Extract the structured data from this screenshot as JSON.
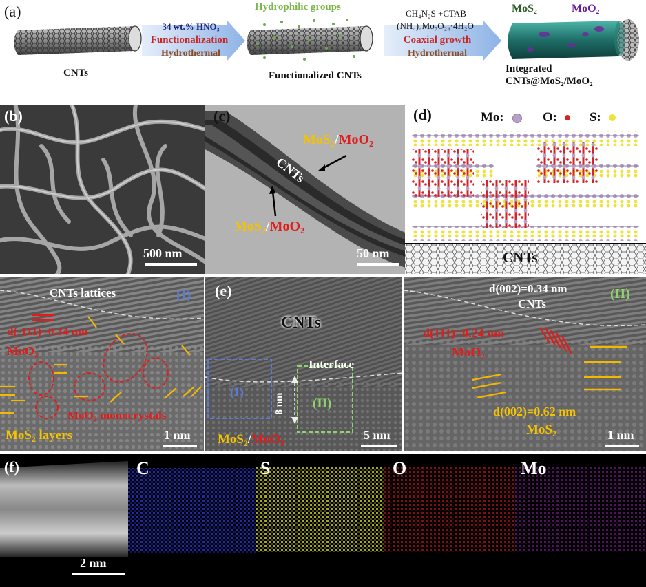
{
  "panel_a": {
    "label": "(a)",
    "cnts_label": "CNTs",
    "step1": {
      "top": "34 wt.% HNO₃",
      "middle": "Functionalization",
      "bottom": "Hydrothermal"
    },
    "hydrophilic_label": "Hydrophilic groups",
    "functionalized_label": "Functionalized CNTs",
    "step2": {
      "top1": "CH₄N₂S +CTAB",
      "top2": "(NH₄)₄Mo₇O₂₄·4H₂O",
      "middle": "Coaxial growth",
      "bottom": "Hydrothermal"
    },
    "mos2_label": "MoS₂",
    "moo2_label": "MoO₂",
    "integrated_label1": "Integrated",
    "integrated_label2": "CNTs@MoS₂/MoO₂"
  },
  "panel_b": {
    "label": "(b)",
    "scale": "500 nm"
  },
  "panel_c": {
    "label": "(c)",
    "top_mos2": "MoS₂",
    "top_slash": "/",
    "top_moo2": "MoO₂",
    "cnts": "CNTs",
    "bottom_mos2": "MoS₂",
    "bottom_slash": "/",
    "bottom_moo2": "MoO₂",
    "scale": "50 nm"
  },
  "panel_d": {
    "label": "(d)",
    "mo": "Mo:",
    "o": "O:",
    "s": "S:",
    "cnts": "CNTs",
    "colors": {
      "mo": "#b9a0c8",
      "o": "#d4242a",
      "s": "#efe23a"
    }
  },
  "panel_I": {
    "roman": "(I)",
    "lattices": "CNTs lattices",
    "d_spacing": "d(-111)=0.34 nm",
    "moo2": "MoO₂",
    "monocrystals": "MoO₂ monocrystals",
    "mos2_layers": "MoS₂ layers",
    "scale": "1 nm"
  },
  "panel_e": {
    "label": "(e)",
    "cnts": "CNTs",
    "interface": "Interface",
    "box1": "(I)",
    "box2": "(II)",
    "thickness": "8 nm",
    "mos2": "MoS₂",
    "slash": "/",
    "moo2": "MoO₂",
    "scale": "5 nm"
  },
  "panel_II": {
    "roman": "(II)",
    "d002_cnts": "d(002)=0.34 nm",
    "cnts": "CNTs",
    "d111": "d(111)=0.24 nm",
    "moo2": "MoO₂",
    "d002_mos2": "d(002)=0.62 nm",
    "mos2": "MoS₂",
    "scale": "1 nm"
  },
  "panel_f": {
    "label": "(f)",
    "scale": "2 nm",
    "maps": [
      {
        "name": "C",
        "color": "#1e2aa8"
      },
      {
        "name": "S",
        "color": "#a6a51e"
      },
      {
        "name": "O",
        "color": "#a5161c"
      },
      {
        "name": "Mo",
        "color": "#6a1a7a"
      }
    ]
  }
}
